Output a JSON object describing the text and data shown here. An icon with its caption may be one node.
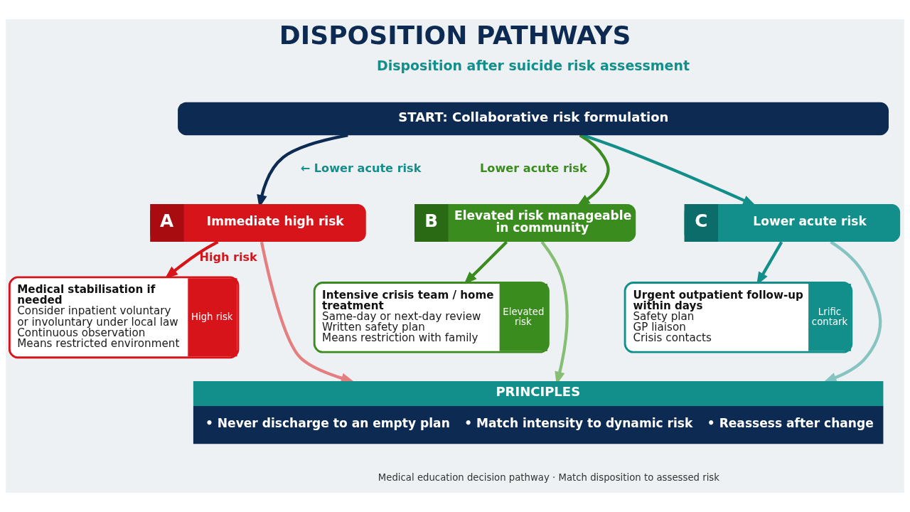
{
  "diagram": {
    "title": "DISPOSITION PATHWAYS",
    "caption": "Medical education decision pathway · Match disposition to assessed risk",
    "nodes": [
      {
        "text": [
          "START: Collaborative risk formulation"
        ]
      },
      {
        "text": [
          "A",
          "Immediate high risk"
        ]
      },
      {
        "text": [
          "B",
          "Elevated risk manageable in community"
        ]
      },
      {
        "text": [
          "C",
          "Lower acute risk"
        ]
      },
      {
        "text": [
          "Medical stabilisation if needed",
          "Consider inpatient voluntary or involuntary under local law",
          "Continuous observation",
          "Means restricted environment",
          "High risk"
        ]
      },
      {
        "text": [
          "Intensive crisis team / home treatment",
          "Same-day or next-day review",
          "Written safety plan",
          "Means restriction with family",
          "Elevated risk"
        ]
      },
      {
        "text": [
          "Urgent outpatient follow-up within days",
          "Safety plan",
          "GP liaison",
          "Crisis contacts",
          "Lrific contark"
        ]
      },
      {
        "text": [
          "PRINCIPLES",
          "• Never discharge to an empty plan",
          "• Match intensity to dynamic risk",
          "• Reassess after change"
        ]
      }
    ],
    "edges": [
      {
        "from": 0,
        "to": 1,
        "arrow": "to",
        "color": "#0d2b52"
      },
      {
        "from": 0,
        "to": 2,
        "arrow": "to",
        "color": "#3b8c1f"
      },
      {
        "from": 0,
        "to": 3,
        "arrow": "to",
        "color": "#138f8b"
      },
      {
        "from": 1,
        "to": 4,
        "arrow": "to",
        "color": "#d7141a",
        "label": "High risk"
      },
      {
        "from": 2,
        "to": 5,
        "arrow": "to",
        "color": "#3b8c1f"
      },
      {
        "from": 3,
        "to": 6,
        "arrow": "to",
        "color": "#138f8b"
      },
      {
        "from": 1,
        "to": 7,
        "arrow": "to",
        "color": "#e57f7f"
      },
      {
        "from": 2,
        "to": 7,
        "arrow": "to",
        "color": "#86bf74"
      },
      {
        "from": 3,
        "to": 7,
        "arrow": "to",
        "color": "#86c4c1"
      }
    ],
    "labels": [
      "Disposition after suicide risk assessment",
      "← Lower acute risk",
      "Lower acute risk"
    ]
  }
}
